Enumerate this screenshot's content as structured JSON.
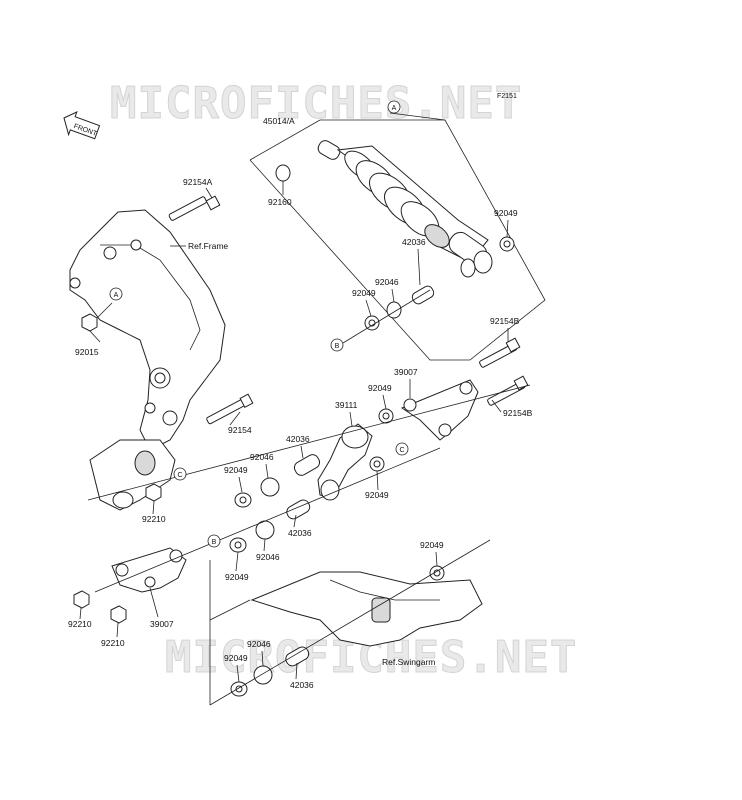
{
  "diagram": {
    "ref_code": "F2151",
    "front_label": "FRONT",
    "watermark_top": "MICROFICHES.NET",
    "watermark_bottom": "MICROFICHES.NET",
    "ref_frame": "Ref.Frame",
    "ref_swingarm": "Ref.Swingarm",
    "callouts": {
      "a": "A",
      "b": "B",
      "c": "C"
    },
    "parts": {
      "p45014a": "45014/A",
      "p92160": "92160",
      "p92049_shock": "92049",
      "p42036_shock": "42036",
      "p92046_shock": "92046",
      "p92049_shock_low": "92049",
      "p92154a": "92154A",
      "p92015": "92015",
      "p92154b_top": "92154B",
      "p92154b": "92154B",
      "p39007_top": "39007",
      "p92049_rocker_top": "92049",
      "p39111": "39111",
      "p92154": "92154",
      "p42036_mid": "42036",
      "p92046_mid": "92046",
      "p92049_mid": "92049",
      "p92049_c": "92049",
      "p92210_upper": "92210",
      "p42036_low": "42036",
      "p92046_low": "92046",
      "p92049_low": "92049",
      "p92049_swing": "92049",
      "p92210_left": "92210",
      "p92210_right": "92210",
      "p39007_bottom": "39007",
      "p92046_bottom": "92046",
      "p92049_bottom": "92049",
      "p42036_bottom": "42036"
    }
  }
}
